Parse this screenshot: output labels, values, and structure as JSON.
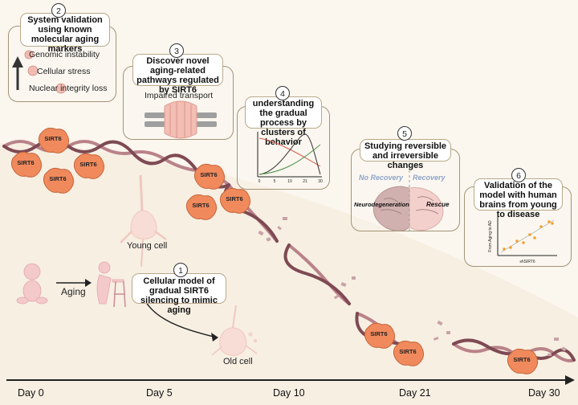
{
  "steps": [
    {
      "number": "1",
      "title": "Cellular model of gradual SIRT6 silencing to mimic aging"
    },
    {
      "number": "2",
      "title": "System validation using known molecular aging markers"
    },
    {
      "number": "3",
      "title": "Discover novel aging-related pathways regulated by SIRT6"
    },
    {
      "number": "4",
      "title": "understanding the gradual process by clusters of behavior"
    },
    {
      "number": "5",
      "title": "Studying reversible and irreversible changes"
    },
    {
      "number": "6",
      "title": "Validation of the model with human brains from young to disease"
    }
  ],
  "markers": {
    "genomic": "Genomic instability",
    "stress": "Cellular stress",
    "nuclear": "Nuclear integrity loss"
  },
  "transport_label": "Impaired transport",
  "cluster_chart": {
    "ticks": [
      "0",
      "5",
      "10",
      "21",
      "30"
    ]
  },
  "brain": {
    "no_recovery": "No Recovery",
    "recovery": "Recovery",
    "neurodegeneration": "Neurodegeneration",
    "rescue": "Rescue"
  },
  "validation_chart": {
    "ylabel": "From Aging to AD",
    "xlabel": "shSIRT6"
  },
  "labels": {
    "young_cell": "Young cell",
    "old_cell": "Old cell",
    "aging": "Aging",
    "protein": "SIRT6"
  },
  "timeline": [
    "Day 0",
    "Day 5",
    "Day 10",
    "Day 21",
    "Day 30"
  ],
  "colors": {
    "dna_dark": "#7e4a53",
    "dna_light": "#b98289",
    "protein": "#f08a5d",
    "frame": "#a39478"
  }
}
